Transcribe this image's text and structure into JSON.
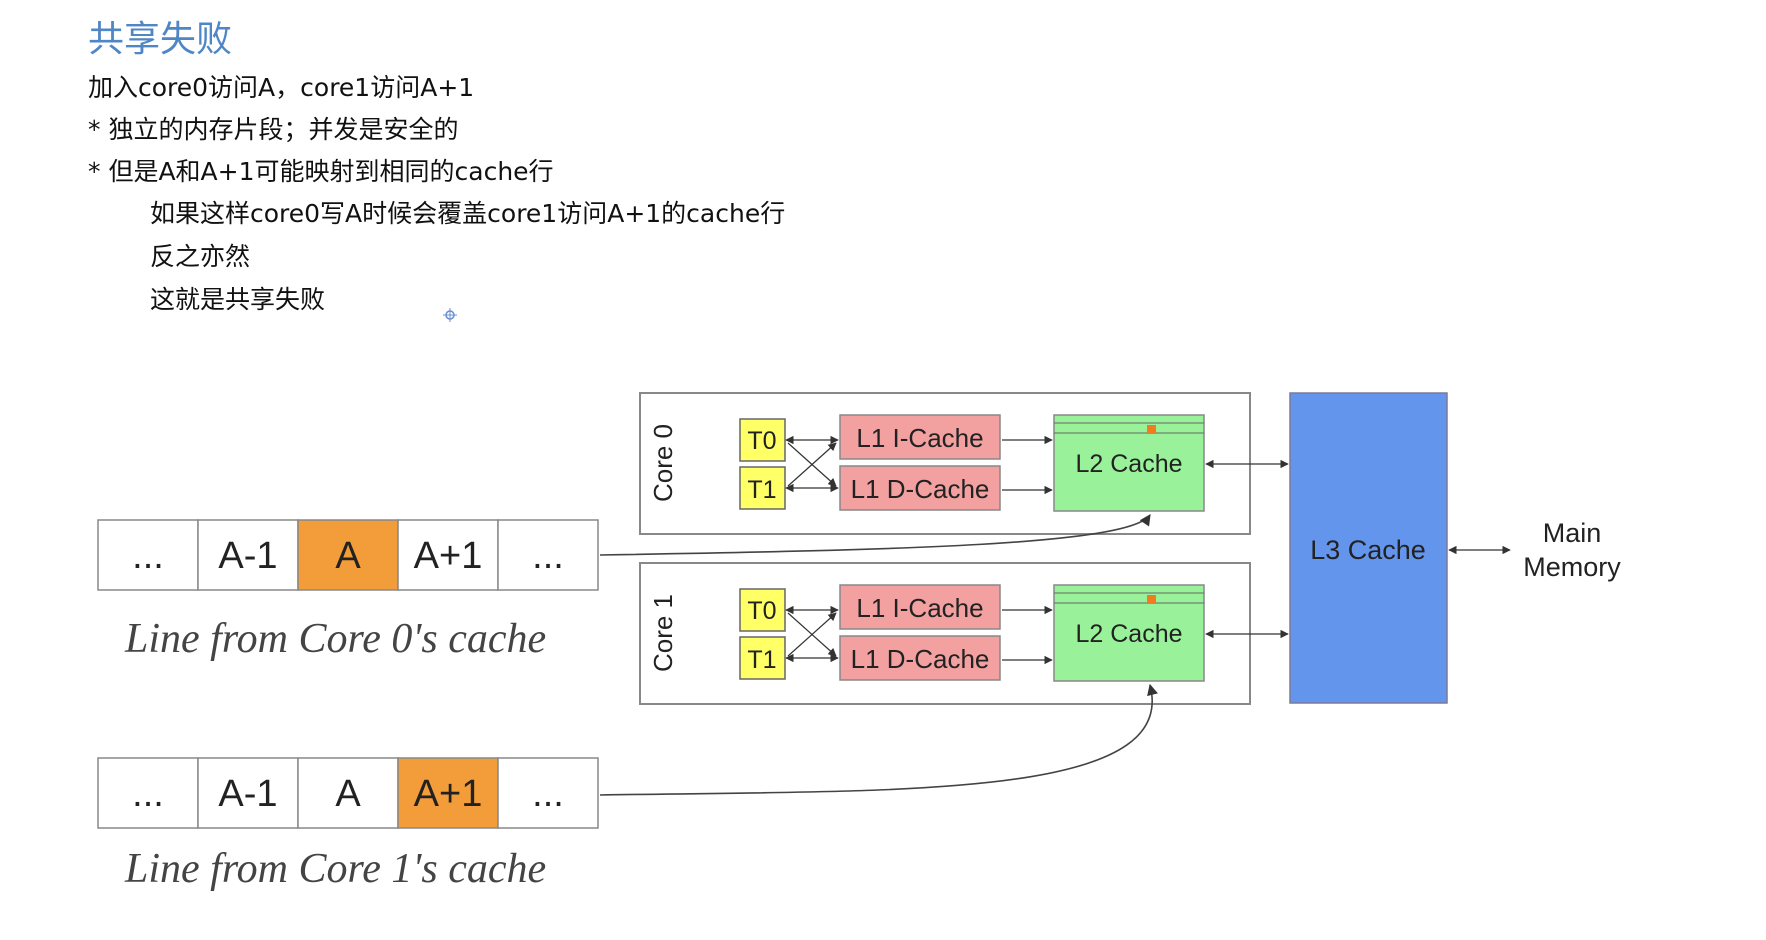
{
  "slide": {
    "title": "共享失败",
    "lines": [
      "加入core0访问A，core1访问A+1",
      "* 独立的内存片段；并发是安全的",
      "* 但是A和A+1可能映射到相同的cache行",
      "如果这样core0写A时候会覆盖core1访问A+1的cache行",
      "反之亦然",
      "这就是共享失败"
    ]
  },
  "diagram": {
    "cores": [
      {
        "label": "Core 0",
        "t0": "T0",
        "t1": "T1",
        "l1i": "L1 I-Cache",
        "l1d": "L1 D-Cache",
        "l2": "L2 Cache"
      },
      {
        "label": "Core 1",
        "t0": "T0",
        "t1": "T1",
        "l1i": "L1 I-Cache",
        "l1d": "L1 D-Cache",
        "l2": "L2 Cache"
      }
    ],
    "l3": "L3 Cache",
    "main_memory": [
      "Main",
      "Memory"
    ],
    "cache_lines": [
      {
        "cells": [
          "...",
          "A-1",
          "A",
          "A+1",
          "..."
        ],
        "highlight_index": 2,
        "caption": "Line from Core 0's cache"
      },
      {
        "cells": [
          "...",
          "A-1",
          "A",
          "A+1",
          "..."
        ],
        "highlight_index": 3,
        "caption": "Line from Core 1's cache"
      }
    ],
    "colors": {
      "thread": "#ffff66",
      "l1": "#f2a0a0",
      "l2": "#99f299",
      "l3": "#6495ed",
      "highlight": "#f39c3a",
      "marker": "#f37a20"
    }
  }
}
